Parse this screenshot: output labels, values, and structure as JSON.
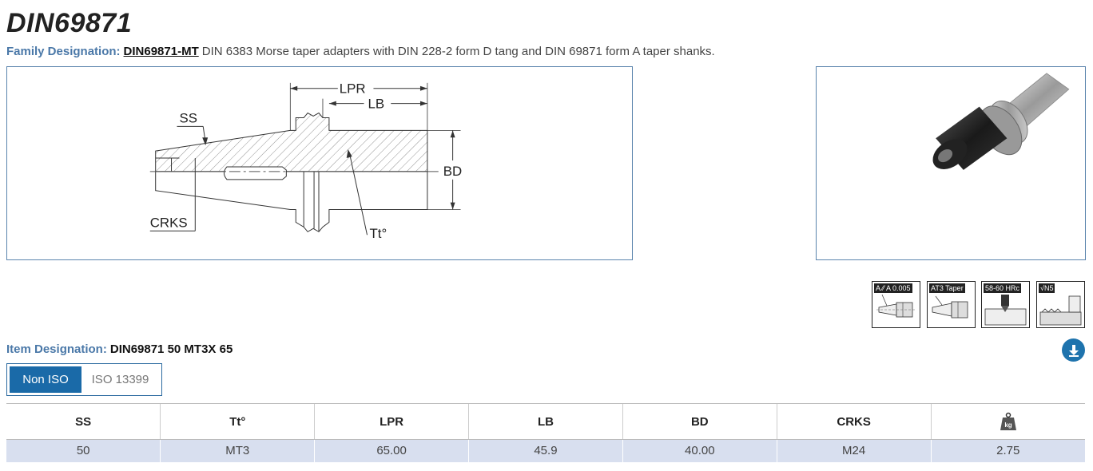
{
  "title": "DIN69871",
  "family": {
    "label": "Family Designation:",
    "code": "DIN69871-MT",
    "description": "DIN 6383 Morse taper adapters with DIN 228-2 form D tang and DIN 69871 form A taper shanks."
  },
  "drawing": {
    "labels": {
      "lpr": "LPR",
      "lb": "LB",
      "ss": "SS",
      "bd": "BD",
      "crks": "CRKS",
      "tt": "Tt°"
    }
  },
  "badges": [
    {
      "header": "A ⁄⁄ A 0.005",
      "icon": "runout-icon"
    },
    {
      "header": "AT3 Taper",
      "icon": "taper-icon"
    },
    {
      "header": "58-60 HRc",
      "icon": "hardness-icon"
    },
    {
      "header": "√N5",
      "icon": "surface-finish-icon"
    }
  ],
  "item": {
    "label": "Item Designation:",
    "value": "DIN69871 50 MT3X 65"
  },
  "tabs": [
    {
      "label": "Non ISO",
      "active": true
    },
    {
      "label": "ISO 13399",
      "active": false
    }
  ],
  "table": {
    "headers": [
      "SS",
      "Tt°",
      "LPR",
      "LB",
      "BD",
      "CRKS",
      "kg-weight-icon"
    ],
    "row": [
      "50",
      "MT3",
      "65.00",
      "45.9",
      "40.00",
      "M24",
      "2.75"
    ]
  },
  "colors": {
    "label_blue": "#4a78a8",
    "accent": "#1a6aa8",
    "row_bg": "#d8dfef",
    "border": "#5a84ad"
  }
}
